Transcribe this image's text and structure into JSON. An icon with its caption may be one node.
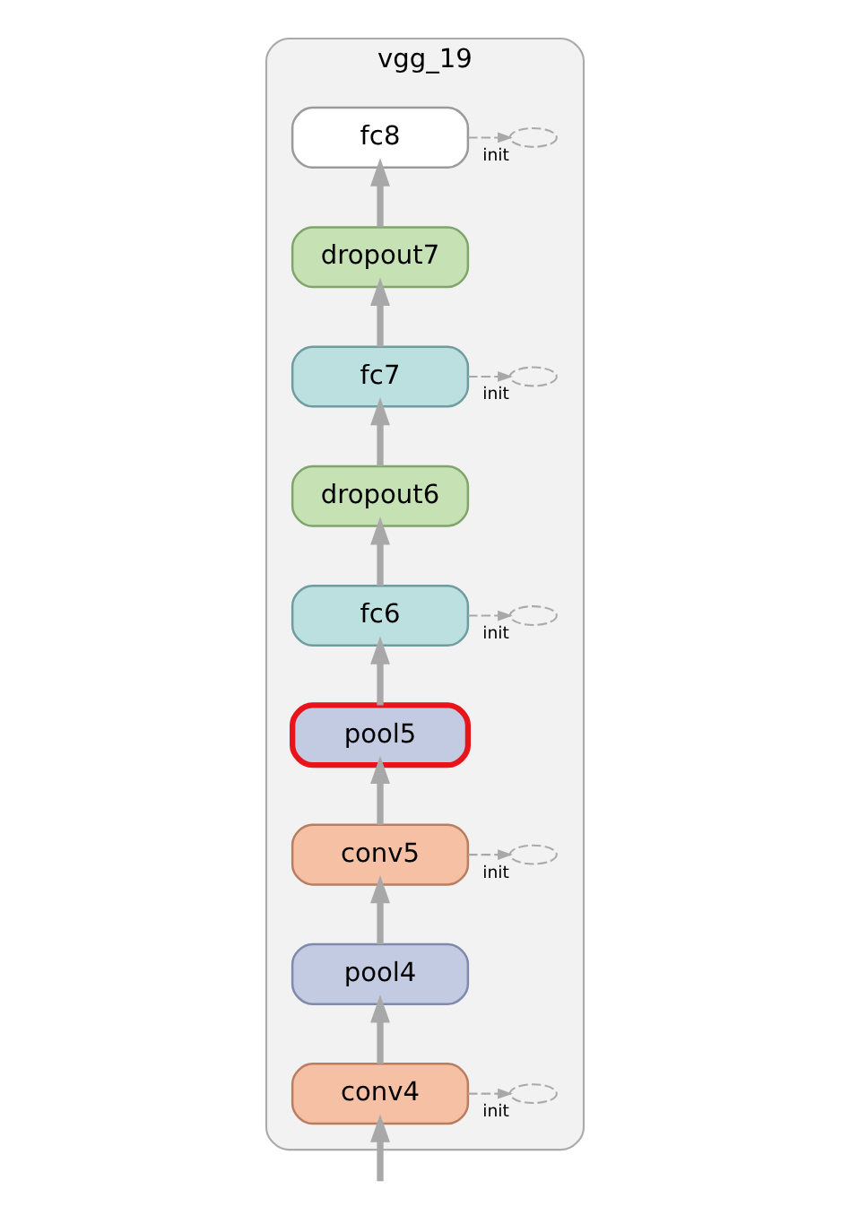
{
  "diagram": {
    "nodes": [
      {
        "text": [
          "vgg_19"
        ]
      },
      {
        "text": [
          "fc8"
        ],
        "in": 0
      },
      {
        "text": [],
        "shape": "ellipse",
        "beside": [
          "init"
        ],
        "in": 0
      },
      {
        "text": [
          "dropout7"
        ],
        "in": 0
      },
      {
        "text": [
          "fc7"
        ],
        "in": 0
      },
      {
        "text": [],
        "shape": "ellipse",
        "beside": [
          "init"
        ],
        "in": 0
      },
      {
        "text": [
          "dropout6"
        ],
        "in": 0
      },
      {
        "text": [
          "fc6"
        ],
        "in": 0
      },
      {
        "text": [],
        "shape": "ellipse",
        "beside": [
          "init"
        ],
        "in": 0
      },
      {
        "text": [
          "pool5"
        ],
        "in": 0
      },
      {
        "text": [
          "conv5"
        ],
        "in": 0
      },
      {
        "text": [],
        "shape": "ellipse",
        "beside": [
          "init"
        ],
        "in": 0
      },
      {
        "text": [
          "pool4"
        ],
        "in": 0
      },
      {
        "text": [
          "conv4"
        ],
        "in": 0
      },
      {
        "text": [],
        "shape": "ellipse",
        "beside": [
          "init"
        ],
        "in": 0
      }
    ],
    "edges": [
      {
        "from": 3,
        "to": 1,
        "arrow": "to"
      },
      {
        "from": 1,
        "to": 2,
        "arrow": "to",
        "style": "dashed"
      },
      {
        "from": 4,
        "to": 3,
        "arrow": "to"
      },
      {
        "from": 4,
        "to": 5,
        "arrow": "to",
        "style": "dashed"
      },
      {
        "from": 6,
        "to": 4,
        "arrow": "to"
      },
      {
        "from": 7,
        "to": 6,
        "arrow": "to"
      },
      {
        "from": 7,
        "to": 8,
        "arrow": "to",
        "style": "dashed"
      },
      {
        "from": 9,
        "to": 7,
        "arrow": "to"
      },
      {
        "from": 10,
        "to": 9,
        "arrow": "to"
      },
      {
        "from": 10,
        "to": 11,
        "arrow": "to",
        "style": "dashed"
      },
      {
        "from": 12,
        "to": 10,
        "arrow": "to"
      },
      {
        "from": 13,
        "to": 12,
        "arrow": "to"
      },
      {
        "from": 13,
        "to": 14,
        "arrow": "to",
        "style": "dashed"
      },
      {
        "from": null,
        "to": 13,
        "arrow": "to"
      }
    ]
  }
}
